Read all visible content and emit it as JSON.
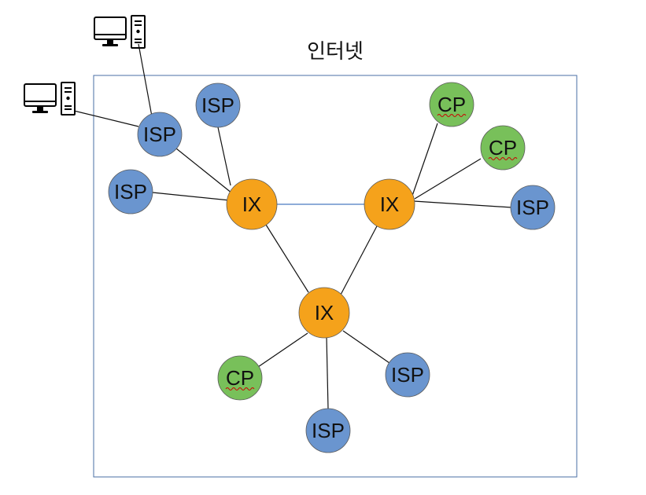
{
  "diagram": {
    "title": "인터넷",
    "ix_label": "IX",
    "isp_label": "ISP",
    "cp_label": "CP"
  },
  "colors": {
    "ix": "#f5a21b",
    "isp": "#6a95cf",
    "cp": "#78c05a",
    "frame": "#4a6fa5",
    "ix_link": "#4a7bc0",
    "spellcheck": "#cc0000"
  },
  "icons": [
    "desktop-computer-icon",
    "desktop-computer-icon"
  ]
}
